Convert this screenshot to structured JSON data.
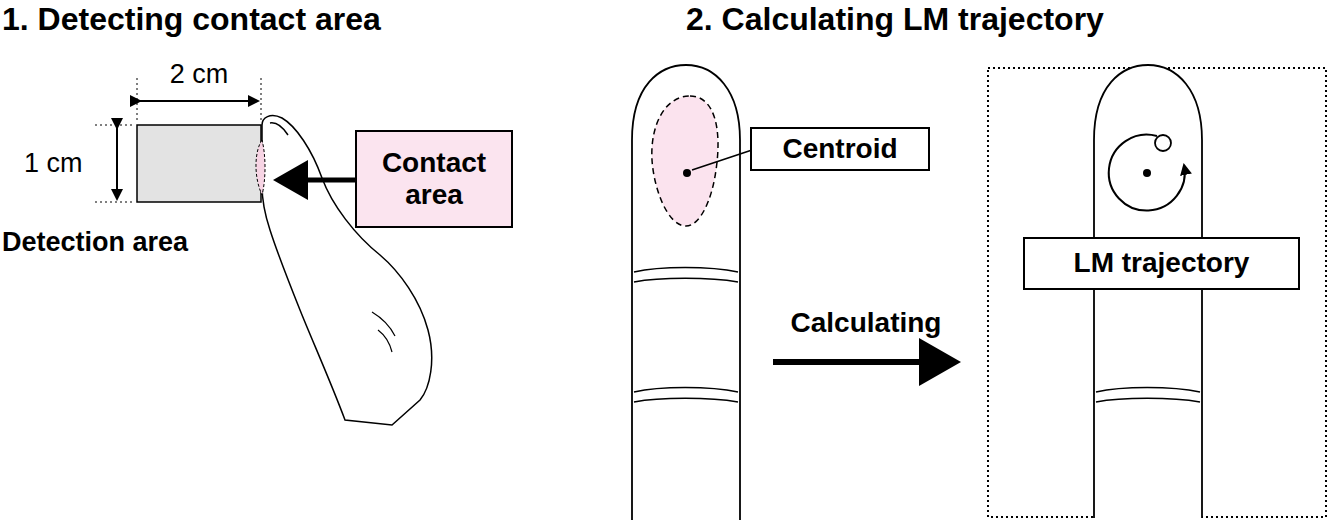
{
  "diagram": {
    "nodes": [
      {
        "text": [
          "Contact area"
        ]
      },
      {
        "text": [
          "Centroid"
        ]
      },
      {
        "text": [
          "LM trajectory"
        ]
      }
    ],
    "labels": [
      "1. Detecting contact area",
      "2. Calculating LM trajectory",
      "2 cm",
      "1 cm",
      "Detection area",
      "Calculating"
    ]
  }
}
